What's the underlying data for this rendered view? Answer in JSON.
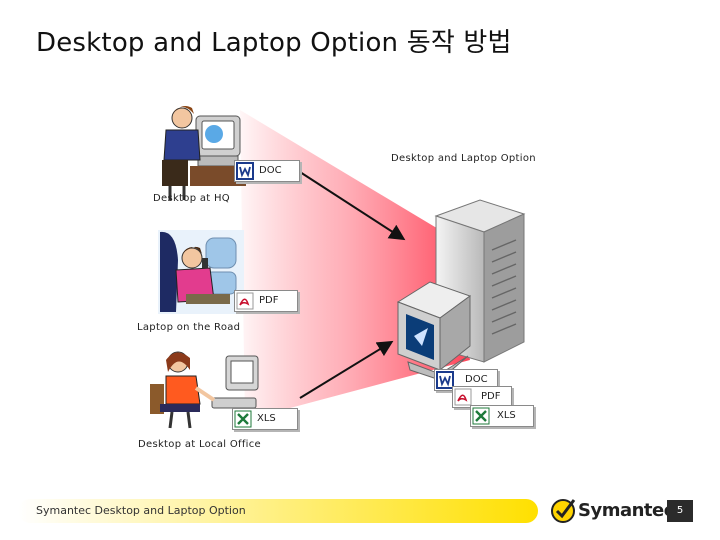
{
  "slide": {
    "title": "Desktop and Laptop Option 동작 방법",
    "server_caption": "Desktop and Laptop Option",
    "desktop_hq_caption": "Desktop at HQ",
    "laptop_caption": "Laptop on the Road",
    "local_office_caption": "Desktop at Local Office"
  },
  "files": {
    "hq_doc": "DOC",
    "laptop_pdf": "PDF",
    "local_xls": "XLS",
    "server_doc": "DOC",
    "server_pdf": "PDF",
    "server_xls": "XLS"
  },
  "footer": {
    "text": "Symantec Desktop and Laptop Option",
    "logo": "Symantec.",
    "page_number": "5"
  },
  "colors": {
    "beam": "#ff6f7f",
    "footer_yellow": "#ffe000",
    "word_blue": "#1a3a8c",
    "pdf_red": "#c8102e",
    "excel_green": "#1d7a3a"
  }
}
